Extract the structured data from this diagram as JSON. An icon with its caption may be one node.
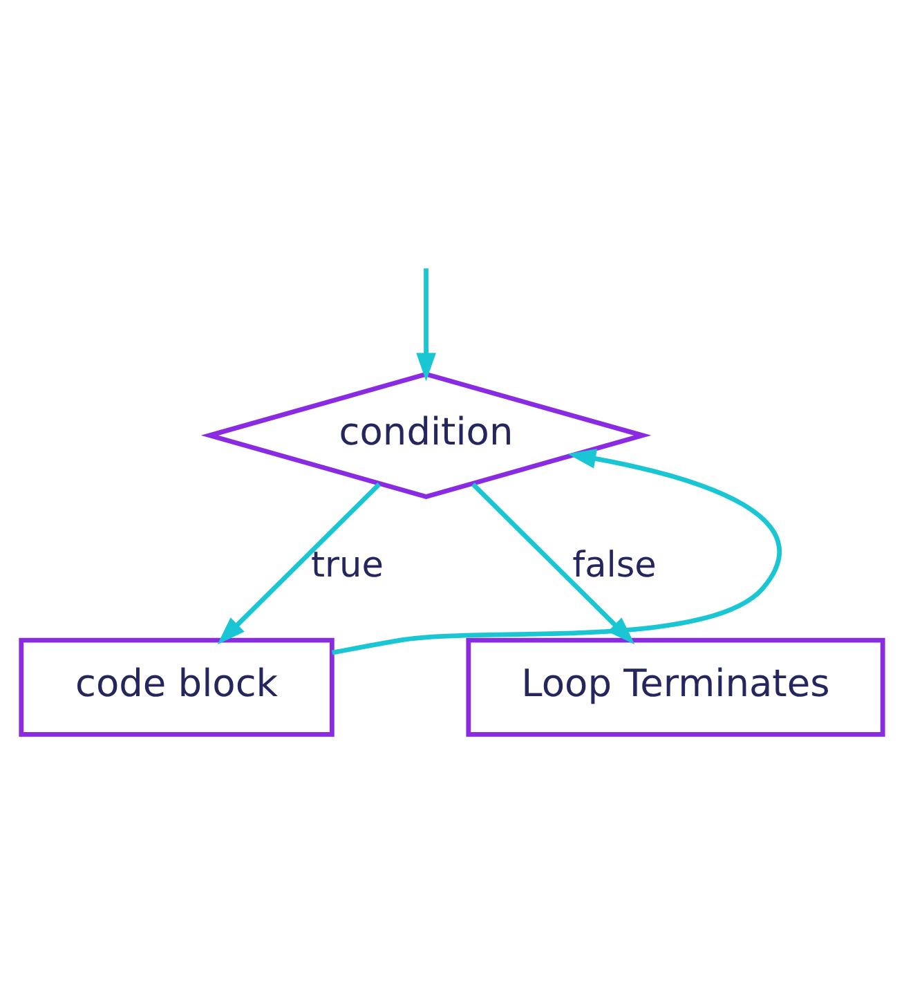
{
  "diagram": {
    "nodes": [
      {
        "text": [
          "condition"
        ]
      },
      {
        "text": [
          "code block"
        ]
      },
      {
        "text": [
          "Loop Terminates"
        ]
      }
    ],
    "edges": [
      {
        "from": null,
        "to": 0,
        "arrow": "to"
      },
      {
        "from": 0,
        "to": 1,
        "arrow": "to",
        "label": "true"
      },
      {
        "from": 1,
        "to": 0,
        "arrow": "to"
      },
      {
        "from": 0,
        "to": 2,
        "arrow": "to",
        "label": "false"
      }
    ]
  }
}
